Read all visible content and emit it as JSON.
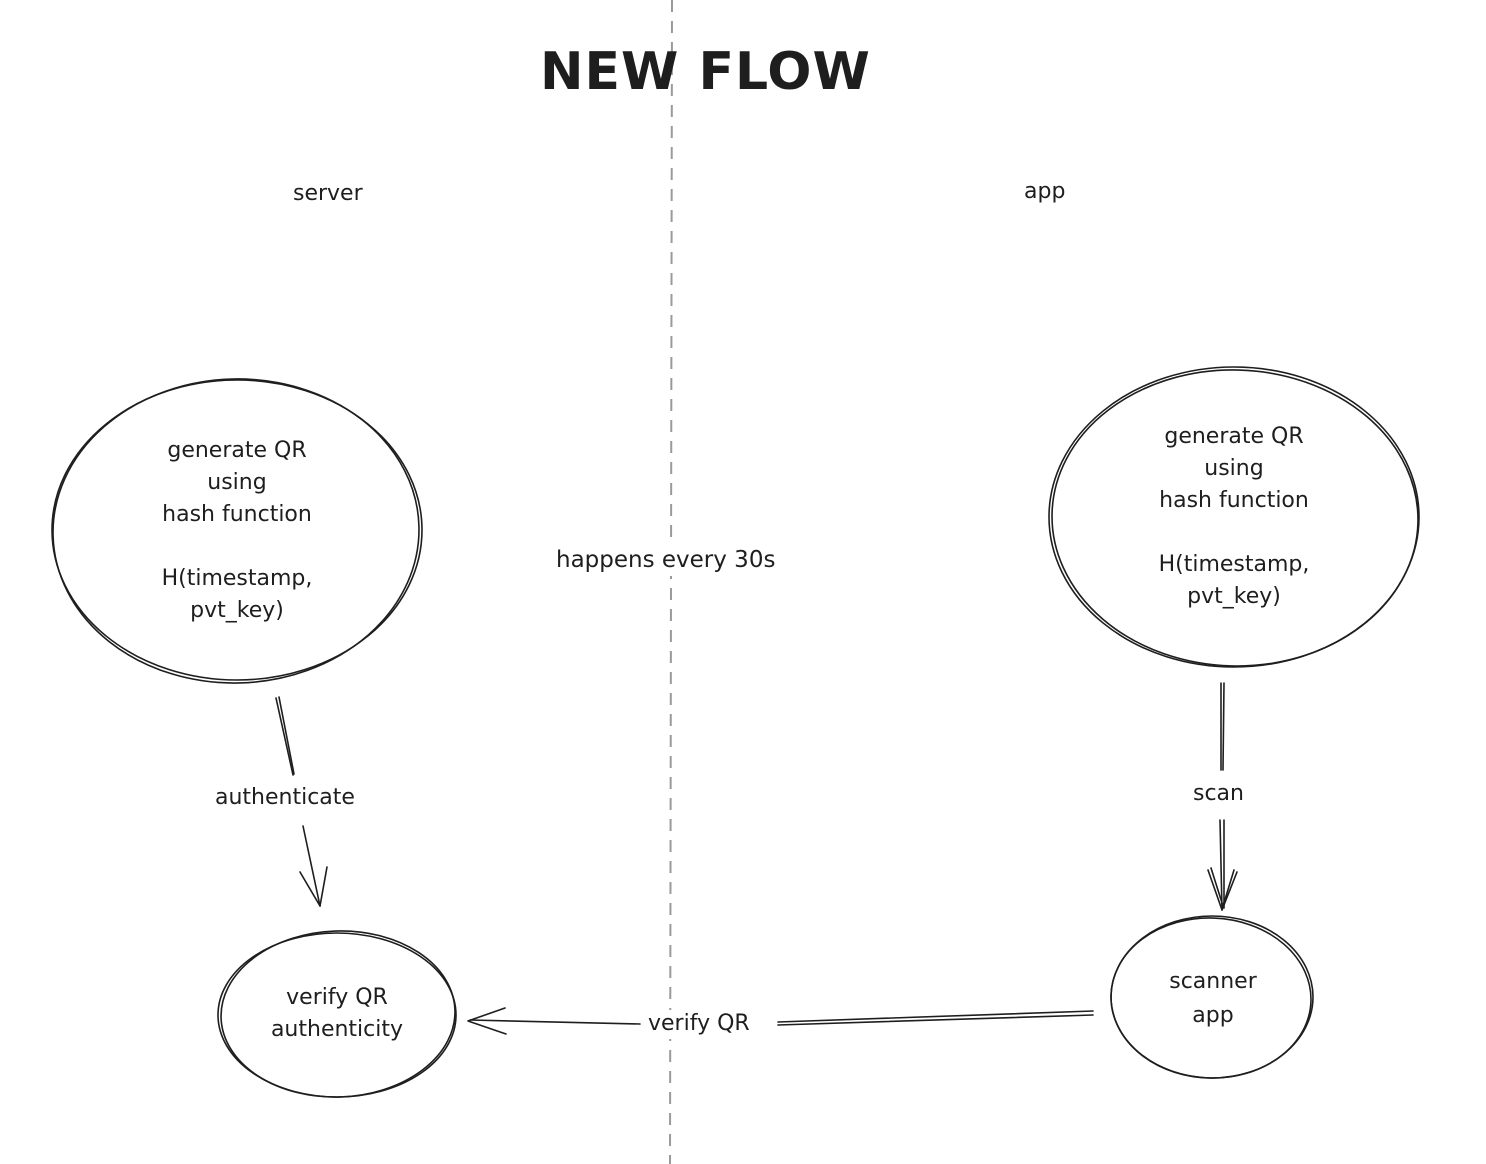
{
  "title": "NEW FLOW",
  "lanes": {
    "left": "server",
    "right": "app"
  },
  "note": "happens every 30s",
  "nodes": {
    "server_generate": "generate QR\nusing\nhash function\n\nH(timestamp,\npvt_key)",
    "app_generate": "generate QR\nusing\nhash function\n\nH(timestamp,\npvt_key)",
    "verify": "verify QR\nauthenticity",
    "scanner": "scanner\napp"
  },
  "edges": {
    "authenticate": "authenticate",
    "scan": "scan",
    "verify_qr": "verify QR"
  }
}
